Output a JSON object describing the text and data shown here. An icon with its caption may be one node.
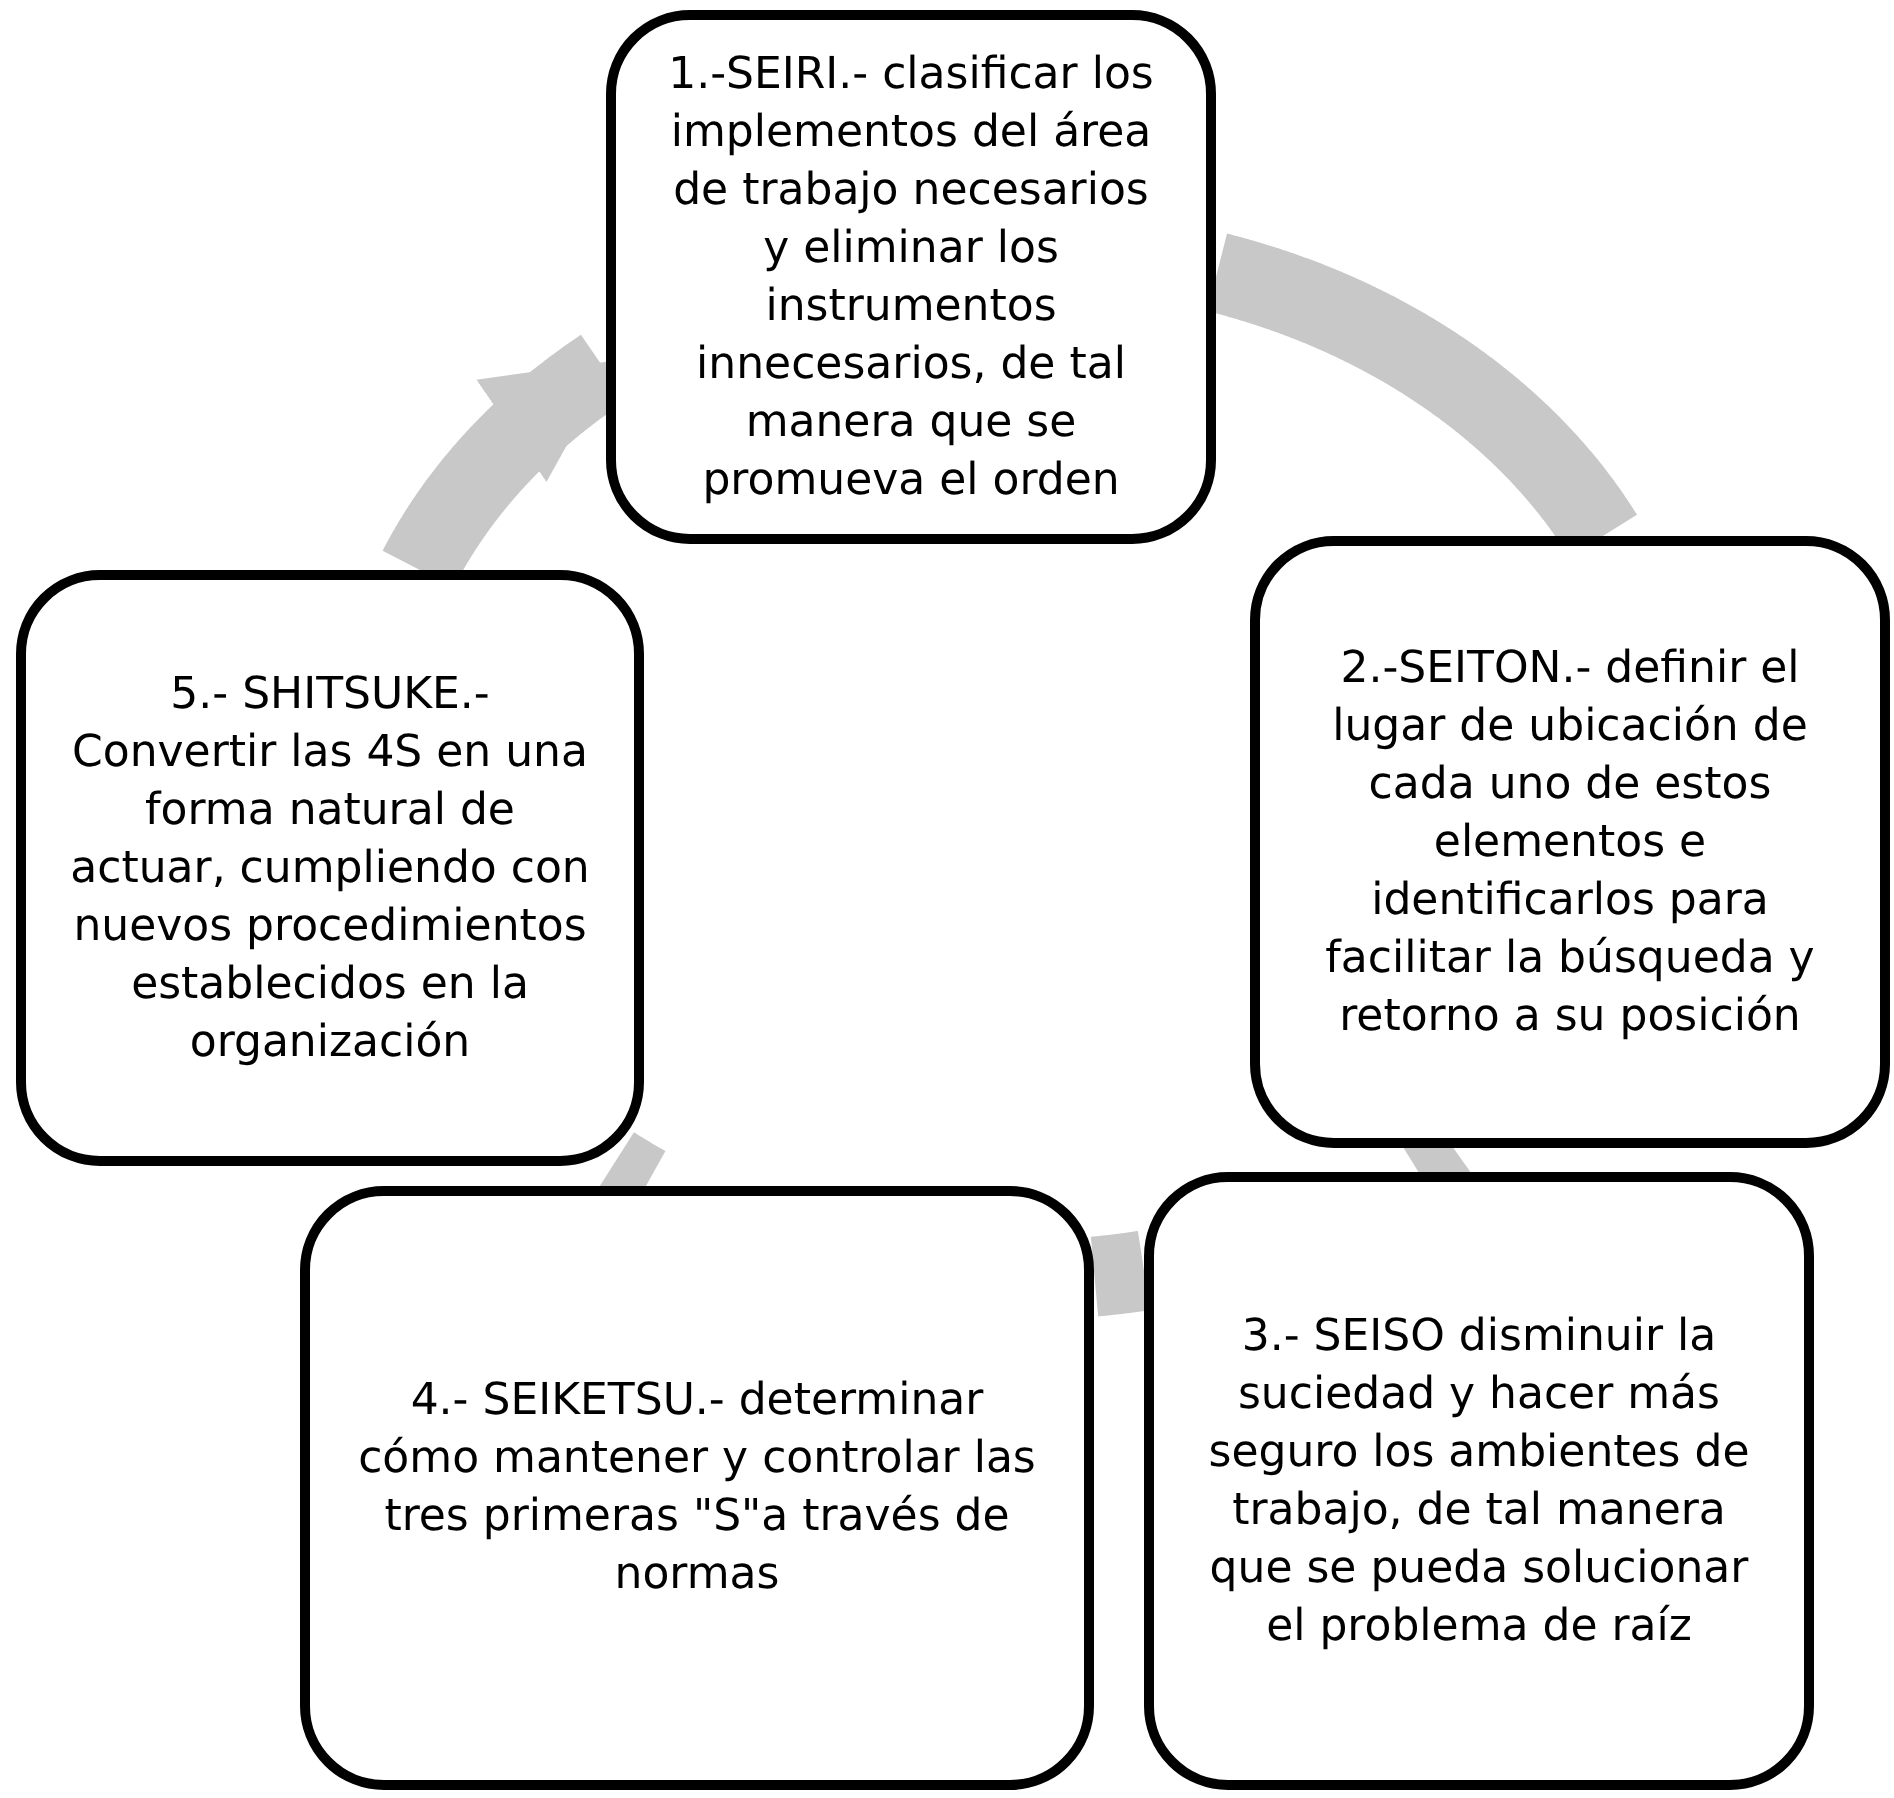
{
  "diagram": {
    "nodes": [
      {
        "text": [
          "1.-SEIRI.- clasificar los implementos del área de trabajo necesarios y eliminar los instrumentos innecesarios, de tal manera que se promueva el orden"
        ]
      },
      {
        "text": [
          "2.-SEITON.- definir el lugar de ubicación de cada uno de estos elementos e identificarlos para facilitar la búsqueda y retorno a su posición"
        ]
      },
      {
        "text": [
          "3.- SEISO disminuir la suciedad y hacer más seguro los ambientes de trabajo, de tal manera que se pueda solucionar el problema de raíz"
        ]
      },
      {
        "text": [
          "4.- SEIKETSU.- determinar cómo mantener y controlar las tres primeras \"S\"a través de normas"
        ]
      },
      {
        "text": [
          "5.- SHITSUKE.- Convertir las 4S en una forma natural de actuar, cumpliendo con nuevos procedimientos establecidos en la organización"
        ]
      }
    ],
    "edges": [
      {
        "from": 0,
        "to": 1,
        "arrow": "none"
      },
      {
        "from": 1,
        "to": 2,
        "arrow": "none"
      },
      {
        "from": 2,
        "to": 3,
        "arrow": "none"
      },
      {
        "from": 3,
        "to": 4,
        "arrow": "none"
      },
      {
        "from": 4,
        "to": 0,
        "arrow": "to"
      }
    ]
  }
}
